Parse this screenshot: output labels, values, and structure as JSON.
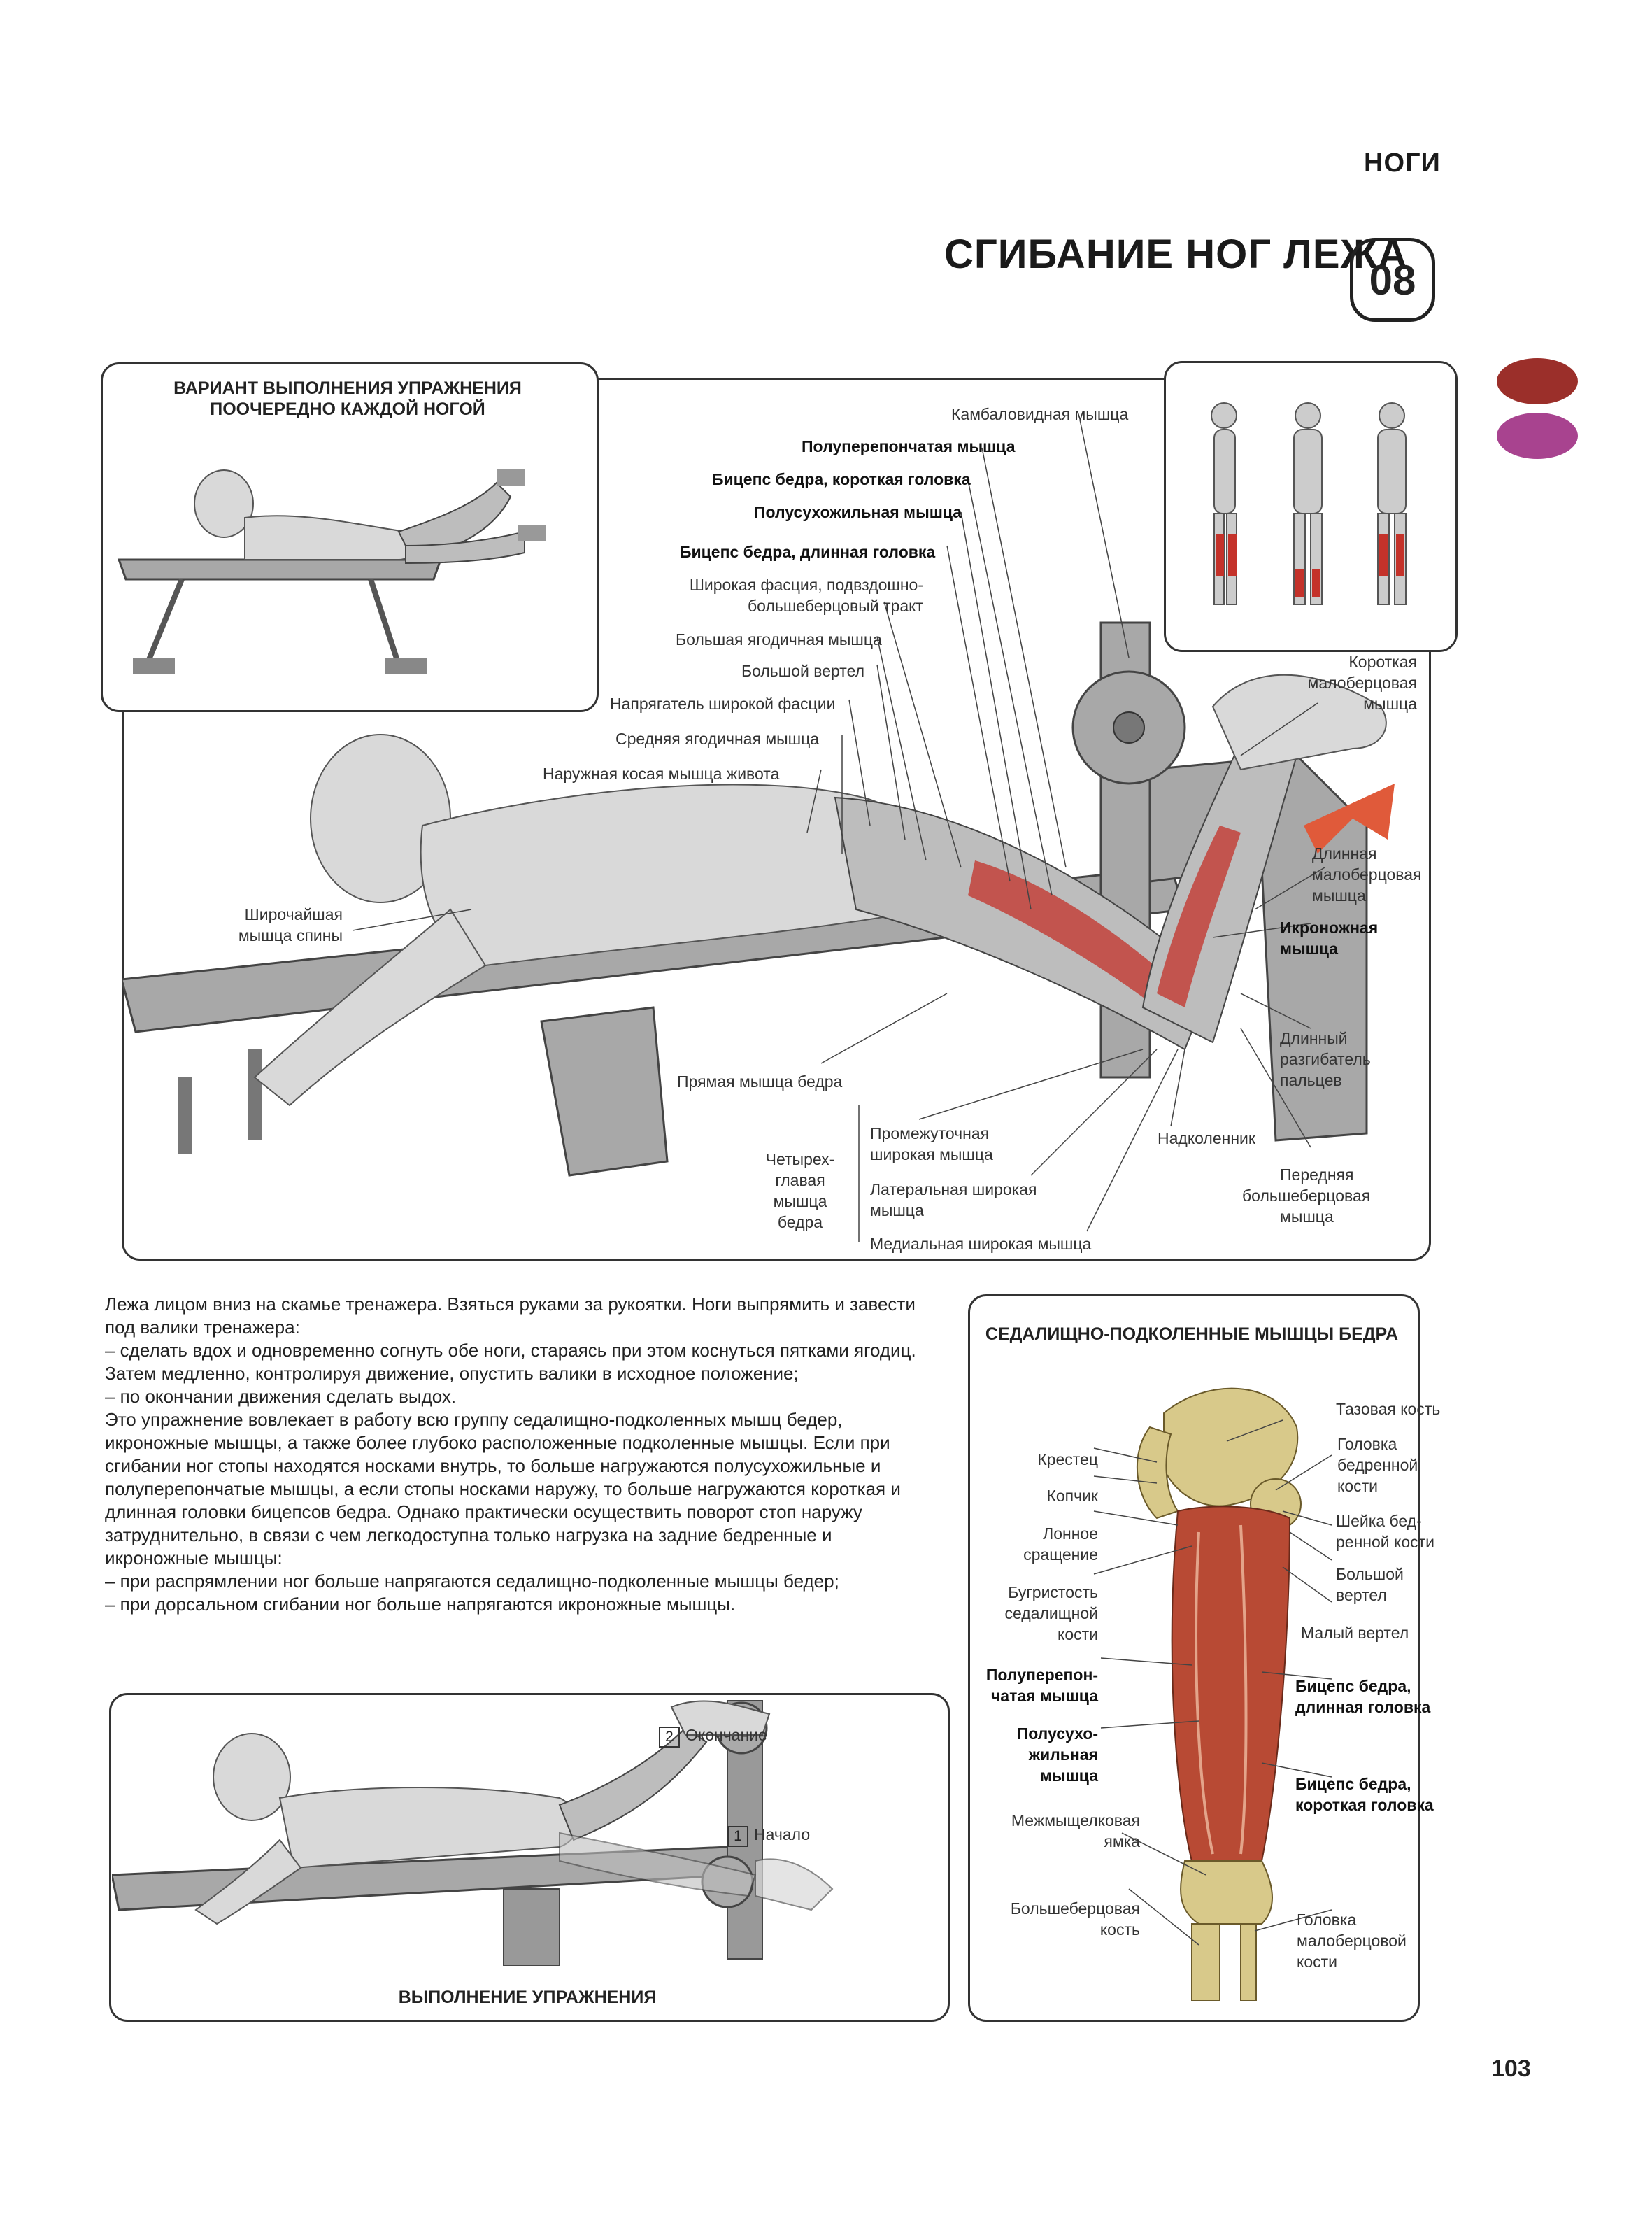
{
  "header": {
    "section": "НОГИ",
    "title": "СГИБАНИЕ НОГ ЛЕЖА",
    "number": "08"
  },
  "colors": {
    "tab_top": "#9b2f2a",
    "tab_bottom": "#a8438f",
    "muscle_red": "#c4322a"
  },
  "variant_panel": {
    "caption": "ВАРИАНТ ВЫПОЛНЕНИЯ УПРАЖНЕНИЯ ПООЧЕРЕДНО КАЖДОЙ НОГОЙ"
  },
  "main_labels": {
    "kambalovidnaya": "Камбаловидная мышца",
    "poluperepon": "Полуперепончатая мышца",
    "biceps_short": "Бицепс бедра, короткая головка",
    "polusuhozh": "Полусухожильная мышца",
    "biceps_long": "Бицепс бедра, длинная головка",
    "fascia_1": "Широкая фасция, подвздошно-",
    "fascia_2": "большеберцовый тракт",
    "big_gluteal": "Большая ягодичная мышца",
    "big_trochanter": "Большой вертел",
    "tensor": "Напрягатель широкой фасции",
    "mid_gluteal": "Средняя ягодичная мышца",
    "oblique": "Наружная косая мышца живота",
    "latissimus_1": "Широчайшая",
    "latissimus_2": "мышца спины",
    "rectus_femoris": "Прямая мышца бедра",
    "peroneus_brevis_1": "Короткая",
    "peroneus_brevis_2": "малоберцовая",
    "peroneus_brevis_3": "мышца",
    "peroneus_longus_1": "Длинная",
    "peroneus_longus_2": "малоберцовая",
    "peroneus_longus_3": "мышца",
    "gastro_1": "Икроножная",
    "gastro_2": "мышца",
    "ext_dig_1": "Длинный",
    "ext_dig_2": "разгибатель",
    "ext_dig_3": "пальцев",
    "patella": "Надколенник",
    "tib_ant_1": "Передняя",
    "tib_ant_2": "большеберцовая",
    "tib_ant_3": "мышца",
    "quad_1": "Четырех-",
    "quad_2": "главая",
    "quad_3": "мышца",
    "quad_4": "бедра",
    "inter_1": "Промежуточная",
    "inter_2": "широкая мышца",
    "lat_1": "Латеральная широкая",
    "lat_2": "мышца",
    "medial": "Медиальная широкая мышца"
  },
  "body_text": [
    "Лежа лицом вниз на скамье тренажера. Взяться руками за рукоятки. Ноги выпрямить и завести под валики тренажера:",
    "– сделать вдох и одновременно согнуть обе ноги, стараясь при этом коснуться пятками ягодиц. Затем медленно, контролируя движение, опустить валики в исходное положение;",
    "– по окончании движения сделать выдох.",
    "Это упражнение вовлекает в работу всю группу седалищно-подколенных мышц бедер, икроножные мышцы, а также более глубоко расположенные подколенные мышцы. Если при сгибании ног стопы находятся носками внутрь, то больше нагружаются полусухожильные и полуперепончатые мышцы, а если стопы носками наружу, то больше нагружаются короткая и длинная головки бицепсов бедра. Однако практически осуществить поворот стоп наружу затруднительно, в связи с чем легкодоступна только нагрузка на задние бедренные и икроножные мышцы:",
    "– при распрямлении ног больше напрягаются седалищно-подколенные мышцы бедер;",
    "– при дорсальном сгибании ног больше напрягаются икроножные мышцы."
  ],
  "hamstring_panel": {
    "caption": "СЕДАЛИЩНО-ПОДКОЛЕННЫЕ МЫШЦЫ БЕДРА",
    "pelvis": "Тазовая кость",
    "head_femur_1": "Головка",
    "head_femur_2": "бедренной",
    "head_femur_3": "кости",
    "sacrum": "Крестец",
    "coccyx": "Копчик",
    "pubic_1": "Лонное",
    "pubic_2": "сращение",
    "neck_1": "Шейка бед-",
    "neck_2": "ренной кости",
    "big_troch_1": "Большой",
    "big_troch_2": "вертел",
    "ischial_1": "Бугристость",
    "ischial_2": "седалищной",
    "ischial_3": "кости",
    "small_troch": "Малый вертел",
    "semimem_1": "Полуперепон-",
    "semimem_2": "чатая мышца",
    "biceps_long_1": "Бицепс бедра,",
    "biceps_long_2": "длинная головка",
    "semiten_1": "Полусухо-",
    "semiten_2": "жильная",
    "semiten_3": "мышца",
    "biceps_short_1": "Бицепс бедра,",
    "biceps_short_2": "короткая головка",
    "fossa_1": "Межмыщелковая",
    "fossa_2": "ямка",
    "tibia_1": "Большеберцовая",
    "tibia_2": "кость",
    "fibula_1": "Головка",
    "fibula_2": "малоберцовой",
    "fibula_3": "кости"
  },
  "execution_panel": {
    "caption": "ВЫПОЛНЕНИЕ УПРАЖНЕНИЯ",
    "step_end_num": "2",
    "step_end": "Окончание",
    "step_start_num": "1",
    "step_start": "Начало"
  },
  "page_number": "103"
}
